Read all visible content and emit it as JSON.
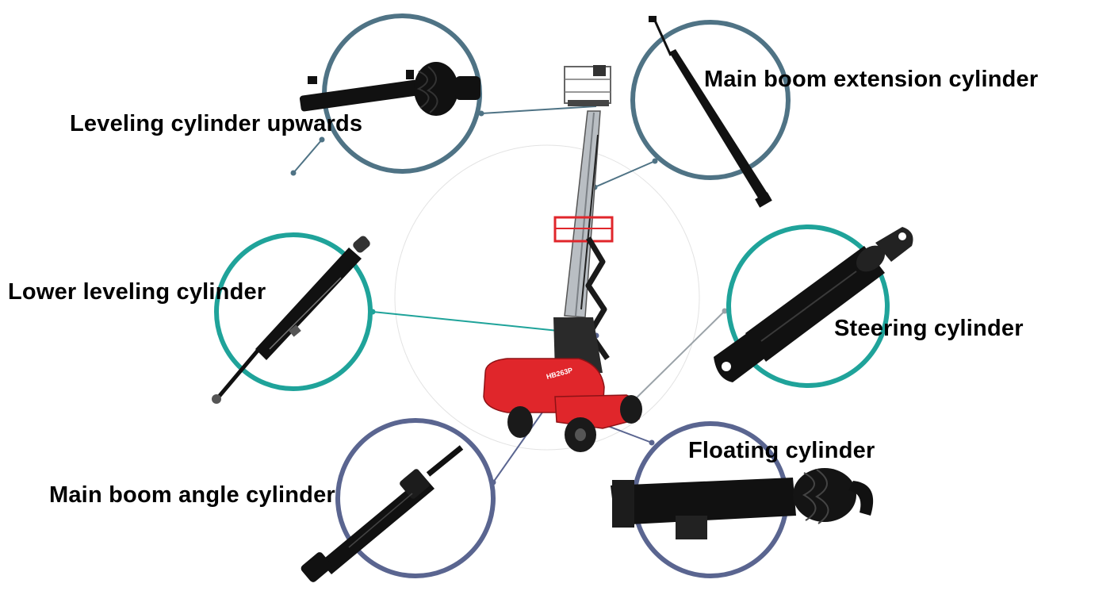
{
  "colors": {
    "upper_ring": "#4f7385",
    "teal_ring": "#1fa39a",
    "navy_ring": "#5a6590",
    "connector_light": "#9aa2a8",
    "machine_red": "#e0262b",
    "cylinder_black": "#111111",
    "boom_grey": "#b9bec3"
  },
  "labels": {
    "leveling_upwards": "Leveling cylinder upwards",
    "main_boom_extension": "Main boom extension cylinder",
    "lower_leveling": "Lower leveling cylinder",
    "steering": "Steering cylinder",
    "floating": "Floating cylinder",
    "main_boom_angle": "Main boom angle cylinder"
  },
  "machine": {
    "brand_text": "HB263P"
  }
}
